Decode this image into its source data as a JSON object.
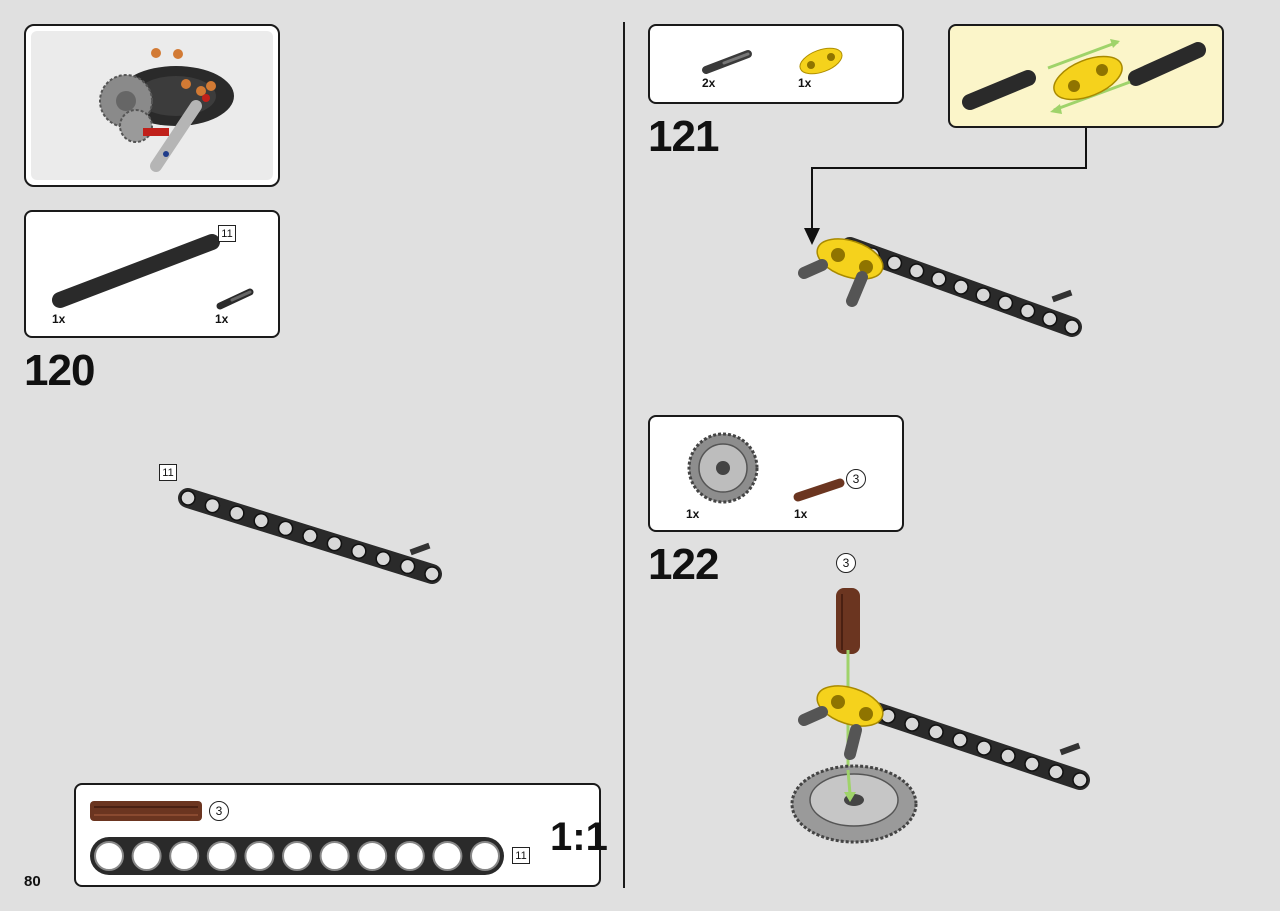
{
  "page": {
    "number": "80"
  },
  "steps": [
    {
      "number": "120",
      "parts": [
        {
          "qty": "1x",
          "length": "11",
          "icon": "beam-11-icon"
        },
        {
          "qty": "1x",
          "icon": "axle-pin-icon"
        }
      ],
      "callout_length": "11"
    },
    {
      "number": "121",
      "parts": [
        {
          "qty": "2x",
          "icon": "axle-pin-icon"
        },
        {
          "qty": "1x",
          "icon": "yellow-connector-icon"
        }
      ]
    },
    {
      "number": "122",
      "parts": [
        {
          "qty": "1x",
          "icon": "gear-36-icon"
        },
        {
          "qty": "1x",
          "length": "3",
          "icon": "brown-axle-3-icon"
        }
      ],
      "callout_length": "3"
    }
  ],
  "scale": {
    "label": "1:1",
    "axle_length": "3",
    "beam_length": "11",
    "beam_holes": 11
  },
  "colors": {
    "background": "#e0e0e0",
    "beam": "#2b2b2b",
    "connector": "#f5d21c",
    "axle_brown": "#6b3520",
    "arrow_green": "#9fd36a"
  }
}
